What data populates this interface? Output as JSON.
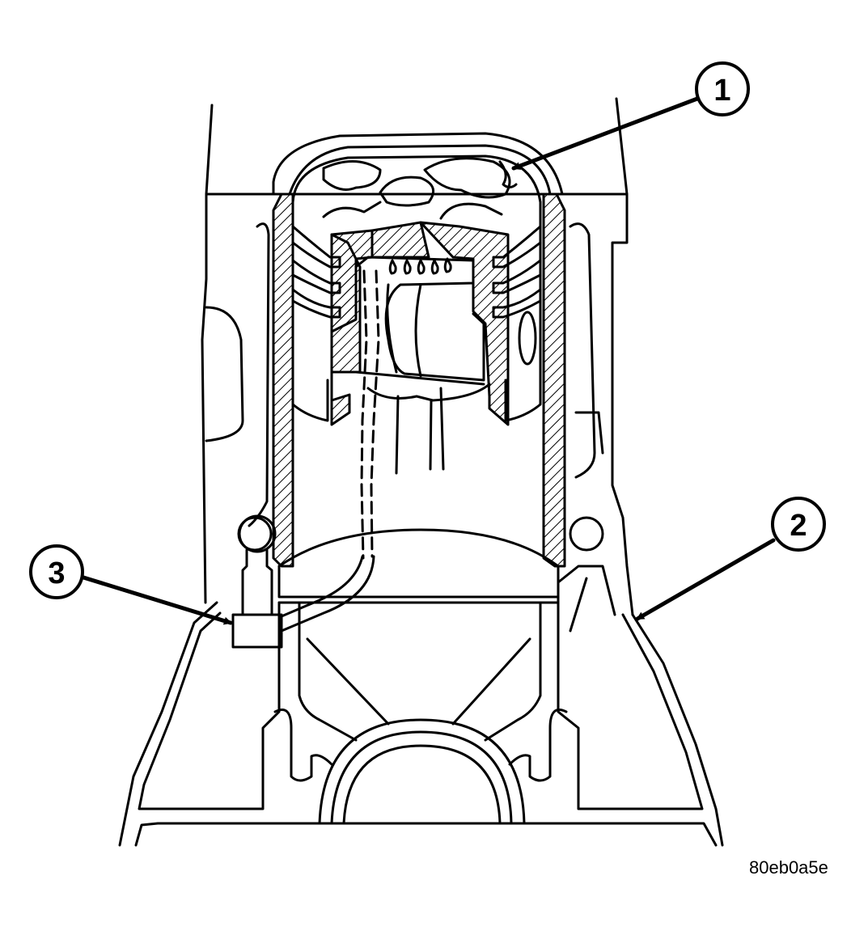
{
  "callouts": [
    {
      "number": "1"
    },
    {
      "number": "2"
    },
    {
      "number": "3"
    }
  ],
  "figure_id": "80eb0a5e",
  "colors": {
    "line": "#000000",
    "background": "#ffffff"
  }
}
